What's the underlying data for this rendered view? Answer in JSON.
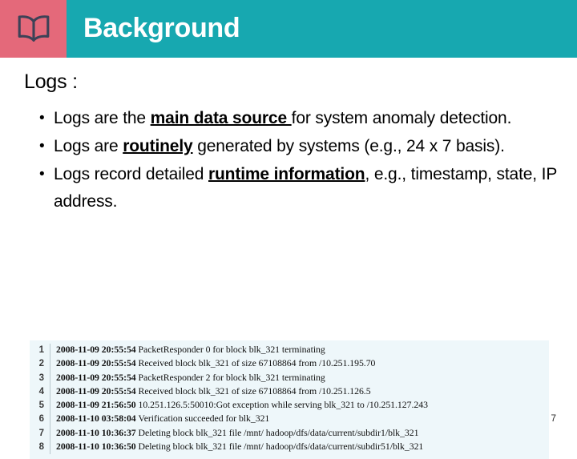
{
  "header": {
    "title": "Background",
    "icon": "open-book-icon",
    "icon_box_color": "#e4697a",
    "band_color": "#17a8b0",
    "title_color": "#ffffff"
  },
  "body": {
    "lead_label": "Logs :",
    "bullet_marker": "•",
    "bullets": [
      {
        "parts": [
          {
            "text": "Logs are the ",
            "emphasis": false
          },
          {
            "text": "main data source ",
            "emphasis": true
          },
          {
            "text": "for system anomaly detection.",
            "emphasis": false
          }
        ]
      },
      {
        "parts": [
          {
            "text": "Logs are ",
            "emphasis": false
          },
          {
            "text": "routinely",
            "emphasis": true
          },
          {
            "text": " generated by systems (e.g., 24 x 7 basis).",
            "emphasis": false
          }
        ]
      },
      {
        "parts": [
          {
            "text": "Logs record detailed ",
            "emphasis": false
          },
          {
            "text": "runtime information",
            "emphasis": true
          },
          {
            "text": ", e.g., timestamp, state, IP address.",
            "emphasis": false
          }
        ]
      }
    ]
  },
  "log_table": {
    "background_color": "#eef7fa",
    "rows": [
      {
        "num": "1",
        "timestamp": "2008-11-09 20:55:54",
        "message": "PacketResponder 0 for block blk_321 terminating"
      },
      {
        "num": "2",
        "timestamp": "2008-11-09 20:55:54",
        "message": "Received block blk_321 of size 67108864 from /10.251.195.70"
      },
      {
        "num": "3",
        "timestamp": "2008-11-09 20:55:54",
        "message": "PacketResponder 2 for block blk_321 terminating"
      },
      {
        "num": "4",
        "timestamp": "2008-11-09 20:55:54",
        "message": "Received block blk_321 of size 67108864 from /10.251.126.5"
      },
      {
        "num": "5",
        "timestamp": "2008-11-09 21:56:50",
        "message": "10.251.126.5:50010:Got exception while serving  blk_321 to /10.251.127.243"
      },
      {
        "num": "6",
        "timestamp": "2008-11-10 03:58:04",
        "message": "Verification succeeded for blk_321"
      },
      {
        "num": "7",
        "timestamp": "2008-11-10 10:36:37",
        "message": "Deleting block blk_321 file /mnt/ hadoop/dfs/data/current/subdir1/blk_321"
      },
      {
        "num": "8",
        "timestamp": "2008-11-10 10:36:50",
        "message": "Deleting block blk_321 file /mnt/ hadoop/dfs/data/current/subdir51/blk_321"
      }
    ]
  },
  "footer": {
    "page_number": "7"
  }
}
